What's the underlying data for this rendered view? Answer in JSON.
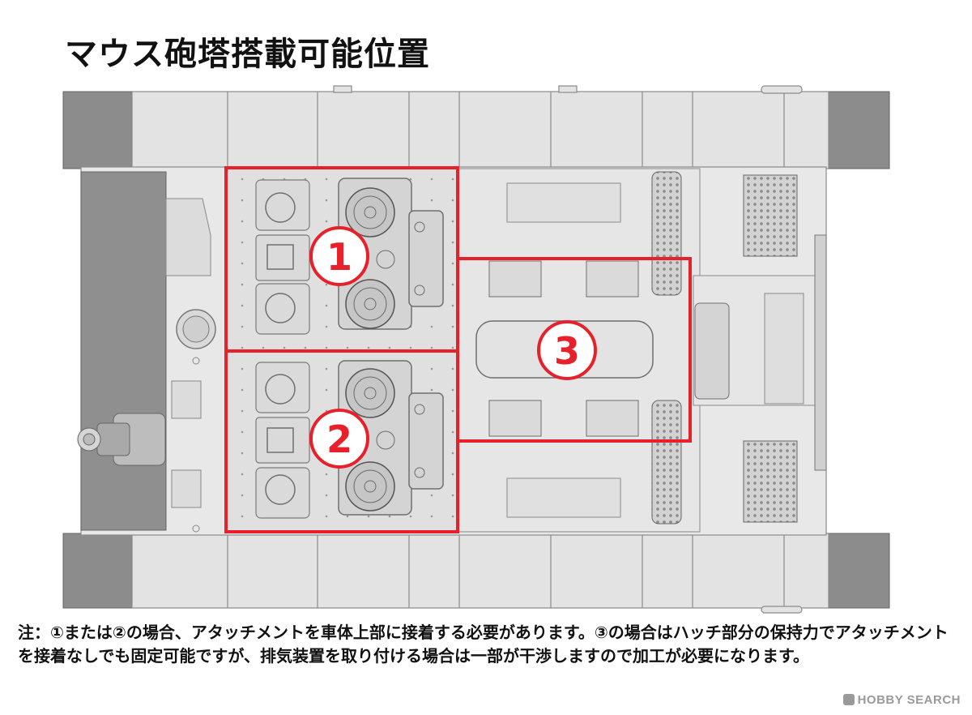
{
  "title": "マウス砲塔搭載可能位置",
  "zones": [
    {
      "label": "1"
    },
    {
      "label": "2"
    },
    {
      "label": "3"
    }
  ],
  "note": "注：①または②の場合、アタッチメントを車体上部に接着する必要があります。③の場合はハッチ部分の保持力でアタッチメントを接着なしでも固定可能ですが、排気装置を取り付ける場合は一部が干渉しますので加工が必要になります。",
  "watermark": "HOBBY SEARCH",
  "colors": {
    "highlight": "#e8202a",
    "hull": "#e6e6e6",
    "track": "#8c8c8c",
    "line": "#8a8a8a"
  }
}
